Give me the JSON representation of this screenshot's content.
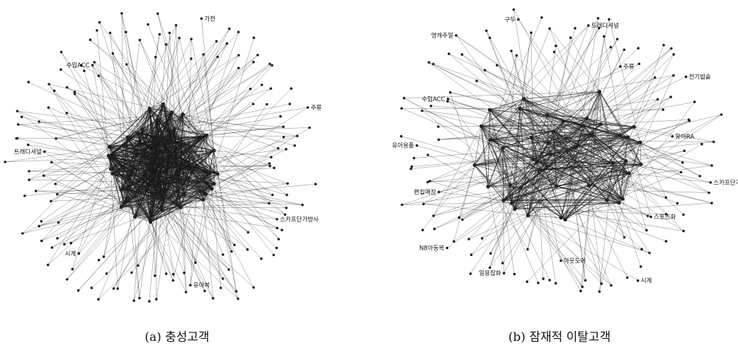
{
  "figure": {
    "panels": [
      {
        "id": "a",
        "caption": "(a) 충성고객",
        "nodes": [
          "스카프단가방사",
          "유아복",
          "시계",
          "트래디셔널",
          "수입ACC",
          "가전",
          "주류"
        ]
      },
      {
        "id": "b",
        "caption": "(b) 잠재적 이탈고객",
        "nodes": [
          "스카프단가방사",
          "스포츠화",
          "시계",
          "아웃도어",
          "일용잡화",
          "N8아동복",
          "편집매장",
          "유아용품",
          "수입ACC",
          "영캐주얼",
          "구두",
          "트래디셔널",
          "주류",
          "전기밥솥",
          "유아RA"
        ]
      }
    ]
  },
  "colors": {
    "edge": "#1a1a1a",
    "node": "#222222",
    "text": "#111111"
  }
}
